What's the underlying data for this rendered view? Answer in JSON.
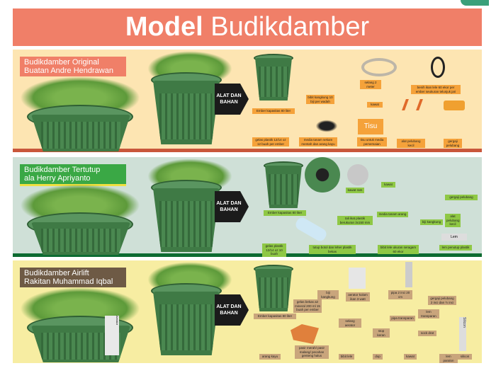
{
  "title": {
    "bold": "Model",
    "light": "Budikdamber"
  },
  "arrow_label": "ALAT DAN BAHAN",
  "panels": [
    {
      "title_line1": "Budikdamber Original",
      "title_line2": "Buatan Andre Hendrawan",
      "labels": [
        "Ember kapasitas 80 liter",
        "gelas plastik 12/14 oz 12 buah per ember",
        "bibit kangkung 10 biji per wadah",
        "media tanam sekam mentah dan arang kayu",
        "selang 2 meter",
        "kawat",
        "tisu untuk media persemaian",
        "alat pelubang kecil",
        "benih ikan lele 60 ekor per ember seukuran telunjuk jari",
        "gergaji pelubang"
      ]
    },
    {
      "title_line1": "Budikdamber Tertutup",
      "title_line2": "ala Herry Apriyanto",
      "labels": [
        "Ember kapasitas 80 liter",
        "kawat ram",
        "kawat",
        "tali ikat plastik berukuran 3x150 mm",
        "media tanam arang",
        "biji kangkung",
        "gergaji pelubang",
        "alat pelubang kecil",
        "gelas plastik 12/14 oz 10 buah",
        "tutup botol dan leher plastik bekas",
        "bibit lele ukuran seragam 60 ekor",
        "lem penutup plastik"
      ]
    },
    {
      "title_line1": "Budikdamber Airlift",
      "title_line2": "Rakitan Muhammad Iqbal",
      "labels": [
        "Ember kapasitas 80 liter",
        "gelas bekas air mineral 200 ml 15 buah per ember",
        "biji kangkung",
        "aerator kolam ikan 3 watt",
        "pipa 2 inci 20 cm",
        "gergaji pelubang 2 inci dan ½ inci",
        "selang aerator",
        "pipa transparan",
        "lem transparan",
        "arang kayu",
        "pasir merah/ pasir malang/ pecahan genteng halus",
        "bibit lele",
        "stop keran",
        "sock drat",
        "dop",
        "kawat",
        "lem paralon",
        "silicon"
      ]
    }
  ],
  "props": {
    "tisu": "Tisu",
    "lem": "Lem",
    "silicon": "Silicon",
    "aerator": "Aerator"
  }
}
